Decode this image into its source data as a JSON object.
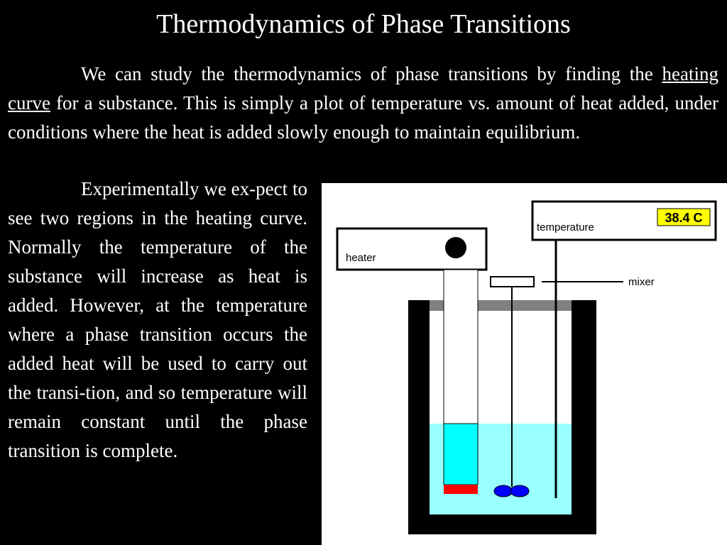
{
  "slide": {
    "title": "Thermodynamics of Phase Transitions",
    "paragraph1": {
      "before": "We can study the thermodynamics of phase transitions by finding the ",
      "term": "heating curve",
      "after": " for a substance.  This is simply a plot of temperature vs. amount of heat added, under conditions where the heat is added slowly enough to maintain equilibrium."
    },
    "paragraph2": "Experimentally we ex-pect to see two regions in the heating curve.  Normally the temperature of the substance will increase as heat is added.  However, at the temperature where a phase transition occurs the added heat will be used to carry out the transi-tion, and so temperature will remain constant until the phase transition is complete."
  },
  "diagram": {
    "heater_label": "heater",
    "temperature_label": "temperature",
    "temperature_reading": "38.4 C",
    "mixer_label": "mixer"
  },
  "colors": {
    "background": "#000000",
    "text": "#ffffff",
    "figure_bg": "#ffffff",
    "liquid": "#99ffff",
    "heater_element": "#00ffff",
    "heater_tip": "#ff0000",
    "mixer_blades": "#0000ff",
    "lid": "#808080",
    "readout_bg": "#ffff00"
  }
}
